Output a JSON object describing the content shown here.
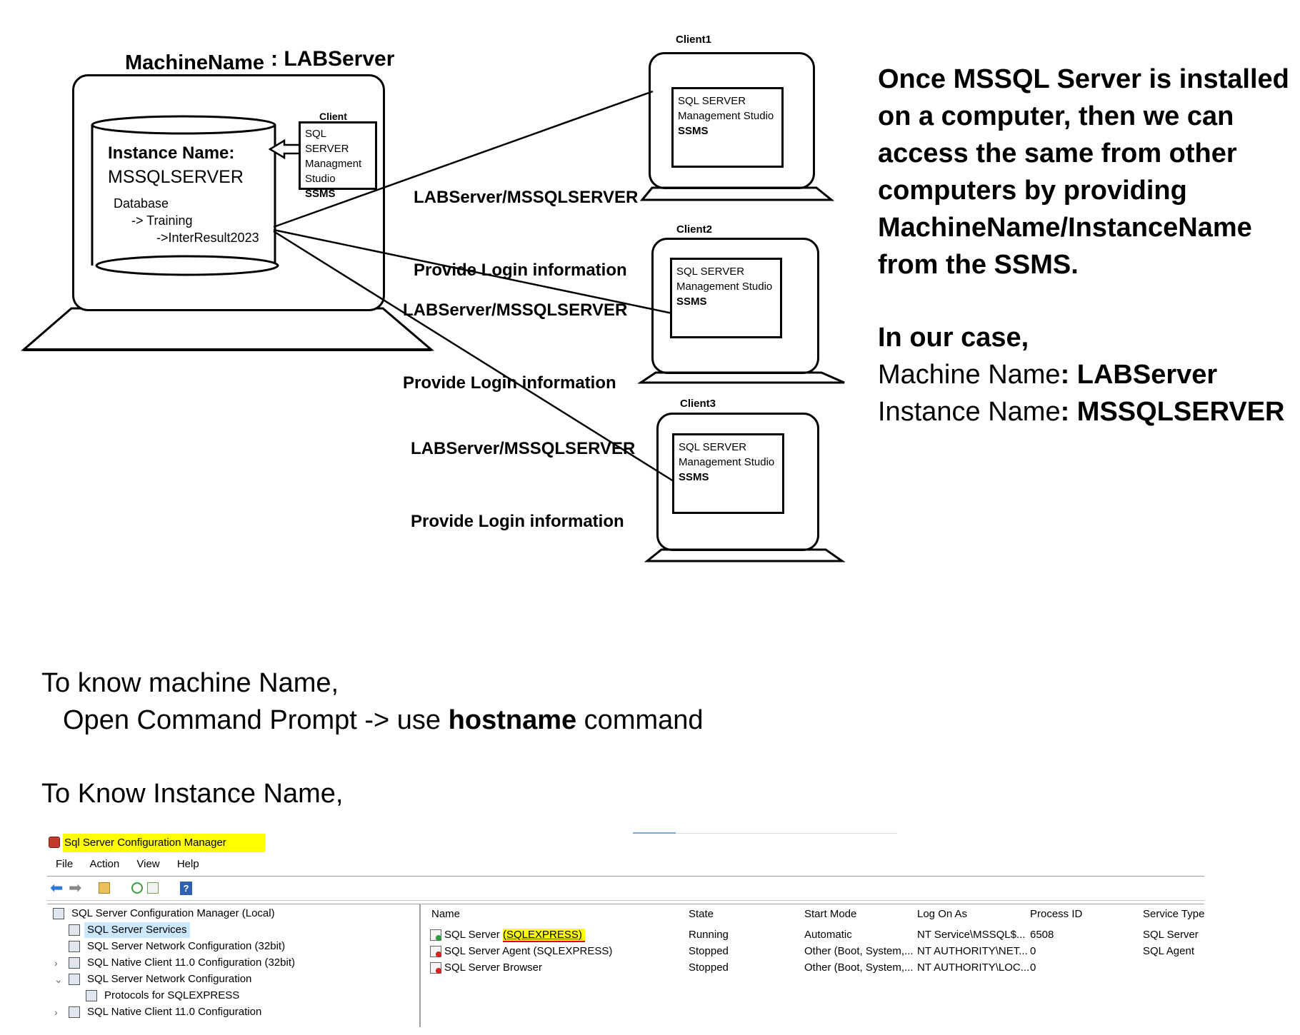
{
  "server": {
    "machine_label": "MachineName",
    "machine_value": ": LABServer",
    "client_caption": "Client",
    "ssms_line1": "SQL SERVER",
    "ssms_line2": "Managment",
    "ssms_line3": "Studio",
    "ssms_line4": "SSMS",
    "instance_label": "Instance Name:",
    "instance_value": "MSSQLSERVER",
    "db_label": "Database",
    "db_item1": "-> Training",
    "db_item2": "->InterResult2023"
  },
  "connections": [
    {
      "line1": "LABServer/MSSQLSERVER",
      "line2": "Provide Login information"
    },
    {
      "line1": "LABServer/MSSQLSERVER",
      "line2": "Provide Login information"
    },
    {
      "line1": "LABServer/MSSQLSERVER",
      "line2": "Provide Login information"
    }
  ],
  "clients": [
    {
      "name": "Client1",
      "l1": "SQL SERVER",
      "l2": "Management Studio",
      "l3": "SSMS"
    },
    {
      "name": "Client2",
      "l1": "SQL SERVER",
      "l2": "Management Studio",
      "l3": "SSMS"
    },
    {
      "name": "Client3",
      "l1": "SQL SERVER",
      "l2": "Management Studio",
      "l3": "SSMS"
    }
  ],
  "explanation": {
    "l1": "Once MSSQL Server is installed",
    "l2": "on a computer, then we can",
    "l3": "access the same from other",
    "l4": "computers by providing",
    "l5": "MachineName/InstanceName",
    "l6": "from the SSMS.",
    "case_heading": "In our case,",
    "machine_key": "Machine Name",
    "machine_sep": ": ",
    "machine_val": "LABServer",
    "instance_key": "Instance Name",
    "instance_sep": ": ",
    "instance_val": "MSSQLSERVER"
  },
  "howto": {
    "machine_title": "To know machine Name,",
    "machine_pre": "Open Command Prompt -> use ",
    "machine_cmd": "hostname",
    "machine_post": " command",
    "instance_title": "To Know Instance Name,"
  },
  "config_manager": {
    "title": "Sql Server Configuration Manager",
    "menu": [
      "File",
      "Action",
      "View",
      "Help"
    ],
    "tree": [
      {
        "label": "SQL Server Configuration Manager (Local)",
        "icon": "gear-icon"
      },
      {
        "label": "SQL Server Services",
        "icon": "server-icon",
        "selected": true
      },
      {
        "label": "SQL Server Network Configuration (32bit)",
        "icon": "network-icon"
      },
      {
        "label": "SQL Native Client 11.0 Configuration (32bit)",
        "icon": "client-icon"
      },
      {
        "label": "SQL Server Network Configuration",
        "icon": "network-icon"
      },
      {
        "label": "Protocols for SQLEXPRESS",
        "icon": "protocol-icon"
      },
      {
        "label": "SQL Native Client 11.0 Configuration",
        "icon": "client-icon"
      }
    ],
    "tree_expanders": [
      "",
      "",
      "",
      "›",
      "⌄",
      "",
      "›"
    ],
    "columns": [
      "Name",
      "State",
      "Start Mode",
      "Log On As",
      "Process ID",
      "Service Type"
    ],
    "rows": [
      {
        "name_prefix": "SQL Server ",
        "name_highlight": "(SQLEXPRESS)",
        "state": "Running",
        "start_mode": "Automatic",
        "log_on": "NT Service\\MSSQL$...",
        "pid": "6508",
        "type": "SQL Server",
        "status_color": "#2e9e3a"
      },
      {
        "name_prefix": "SQL Server Agent (SQLEXPRESS)",
        "name_highlight": "",
        "state": "Stopped",
        "start_mode": "Other (Boot, System,...",
        "log_on": "NT AUTHORITY\\NET...",
        "pid": "0",
        "type": "SQL Agent",
        "status_color": "#d22222"
      },
      {
        "name_prefix": "SQL Server Browser",
        "name_highlight": "",
        "state": "Stopped",
        "start_mode": "Other (Boot, System,...",
        "log_on": "NT AUTHORITY\\LOC...",
        "pid": "0",
        "type": "",
        "status_color": "#d22222"
      }
    ],
    "colors": {
      "highlight": "#ffff00",
      "underline": "#e00000",
      "selected_row": "#cce8ff"
    }
  }
}
